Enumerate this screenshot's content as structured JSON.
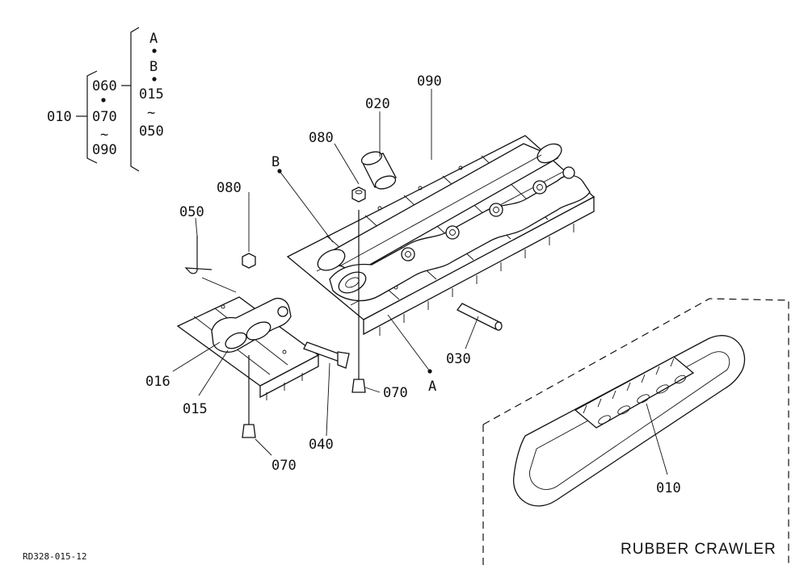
{
  "diagram": {
    "legend": {
      "root": "010",
      "group1": [
        "060",
        "070",
        "090"
      ],
      "group2": [
        "A",
        "B",
        "015",
        "050"
      ],
      "tilde": "~"
    },
    "callouts": {
      "p010": "010",
      "p015": "015",
      "p016": "016",
      "p020": "020",
      "p030": "030",
      "p040": "040",
      "p050": "050",
      "p070a": "070",
      "p070b": "070",
      "p080a": "080",
      "p080b": "080",
      "p090": "090",
      "refA": "A",
      "refB": "B"
    },
    "inset_caption": "RUBBER CRAWLER",
    "drawing_number": "RD328-015-12"
  }
}
